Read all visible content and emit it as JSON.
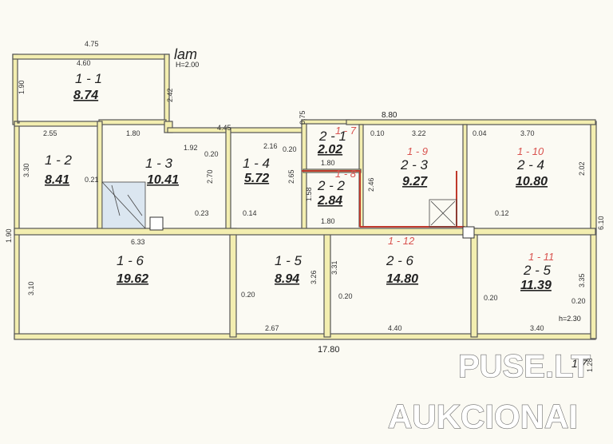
{
  "plan": {
    "mark_top": "lam",
    "height_top": "H=2.00",
    "height_bottom": "h=2.30",
    "total_length": "17.80",
    "top_length": "8.80",
    "dims": {
      "d475": "4.75",
      "d460": "4.60",
      "d190a": "1.90",
      "d242": "2.42",
      "d255": "2.55",
      "d180a": "1.80",
      "d445": "4.45",
      "d075": "0.75",
      "d330": "3.30",
      "d021": "0.21",
      "d192": "1.92",
      "d020a": "0.20",
      "d270": "2.70",
      "d216": "2.16",
      "d020b": "0.20",
      "d265": "2.65",
      "d010": "0.10",
      "d322": "3.22",
      "d004": "0.04",
      "d370": "3.70",
      "d180b": "1.80",
      "d246": "2.46",
      "d202": "2.02",
      "d158": "1.58",
      "d023": "0.23",
      "d014": "0.14",
      "d180c": "1.80",
      "d012": "0.12",
      "d610": "6.10",
      "d633": "6.33",
      "d190b": "1.90",
      "d310": "3.10",
      "d326": "3.26",
      "d331": "3.31",
      "d020c": "0.20",
      "d020d": "0.20",
      "d020e": "0.20",
      "d335": "3.35",
      "d020f": "0.20",
      "d267": "2.67",
      "d440": "4.40",
      "d340": "3.40",
      "d128": "1.28"
    }
  },
  "rooms": {
    "r11": {
      "id": "1 - 1",
      "area": "8.74"
    },
    "r12": {
      "id": "1 - 2",
      "area": "8.41"
    },
    "r13": {
      "id": "1 - 3",
      "area": "10.41"
    },
    "r14": {
      "id": "1 - 4",
      "area": "5.72"
    },
    "r21": {
      "id": "2 - 1",
      "area": "2.02",
      "red": "1 - 7"
    },
    "r22": {
      "id": "2 - 2",
      "area": "2.84",
      "red": "1 - 8"
    },
    "r23": {
      "id": "2 - 3",
      "area": "9.27",
      "red": "1 - 9"
    },
    "r24": {
      "id": "2 - 4",
      "area": "10.80",
      "red": "1 - 10"
    },
    "r16": {
      "id": "1 - 6",
      "area": "19.62"
    },
    "r15": {
      "id": "1 - 5",
      "area": "8.94"
    },
    "r26": {
      "id": "2 - 6",
      "area": "14.80",
      "red": "1 - 12"
    },
    "r25": {
      "id": "2 - 5",
      "area": "11.39",
      "red": "1 - 11"
    }
  },
  "stamp": "1,7",
  "watermark": {
    "line1": "PUSE.LT",
    "line2": "AUKCIONAI"
  }
}
